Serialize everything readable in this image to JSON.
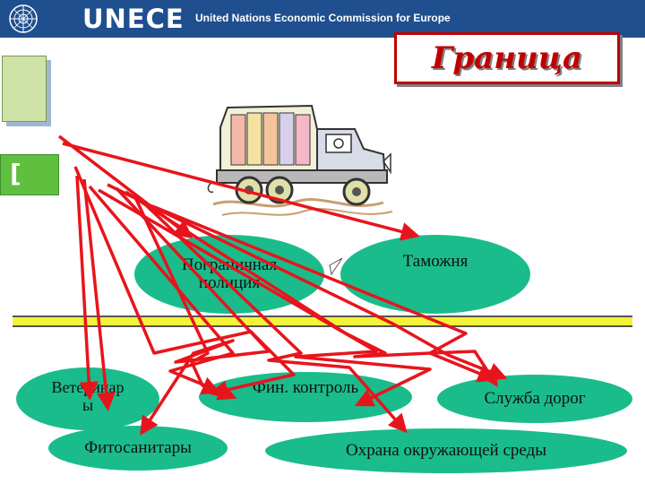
{
  "header": {
    "brand": "UNECE",
    "subtitle": "United Nations Economic Commission for Europe",
    "logo_icon": "un-emblem-icon",
    "background_color": "#1f4f8f"
  },
  "border_title": "Граница",
  "nodes": {
    "police": "Пограничная полиция",
    "customs": "Таможня",
    "vet_line1": "Ветеринар",
    "vet_line2": "ы",
    "fin": "Фин. контроль",
    "roads": "Служба дорог",
    "phyto": "Фитосанитары",
    "env": "Охрана окружающей среды"
  },
  "icons": {
    "truck": "cargo-truck-icon",
    "arrows": "red-arrows-icon"
  },
  "colors": {
    "node_fill": "#1abc8c",
    "arrow": "#e8141c",
    "divider": "#f3f33a",
    "title": "#c00000"
  }
}
